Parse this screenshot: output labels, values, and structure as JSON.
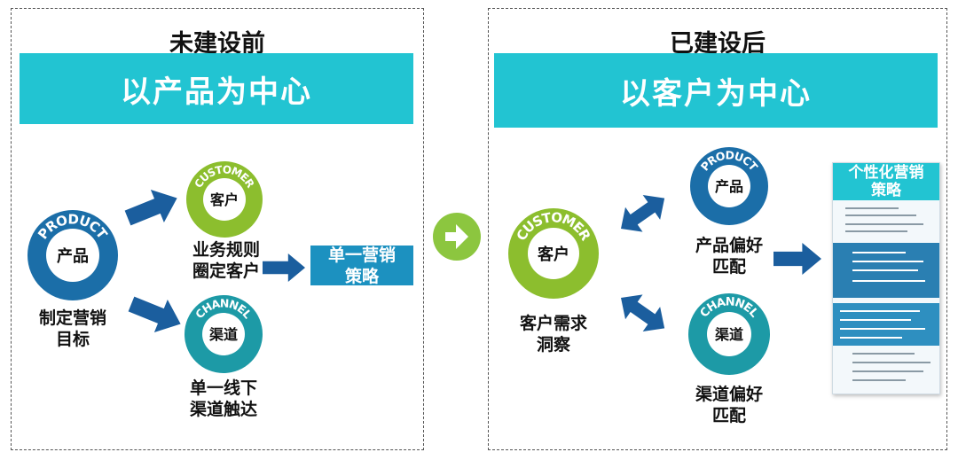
{
  "left": {
    "title": "未建设前",
    "banner": "以产品为中心",
    "product_circle": {
      "ring_text": "PRODUCT",
      "center": "产品"
    },
    "customer_circle": {
      "ring_text": "CUSTOMER",
      "center": "客户"
    },
    "channel_circle": {
      "ring_text": "CHANNEL",
      "center": "渠道"
    },
    "product_label": "制定营销\n目标",
    "customer_label": "业务规则\n圈定客户",
    "channel_label": "单一线下\n渠道触达",
    "result_box": "单一营销\n策略"
  },
  "right": {
    "title": "已建设后",
    "banner": "以客户为中心",
    "customer_circle": {
      "ring_text": "CUSTOMER",
      "center": "客户"
    },
    "product_circle": {
      "ring_text": "PRODUCT",
      "center": "产品"
    },
    "channel_circle": {
      "ring_text": "CHANNEL",
      "center": "渠道"
    },
    "customer_label": "客户需求\n洞察",
    "product_label": "产品偏好\n匹配",
    "channel_label": "渠道偏好\n匹配",
    "result_doc_title": "个性化营销\n策略"
  },
  "colors": {
    "banner": "#22c4d2",
    "product_ring": "#1b6ea8",
    "customer_ring": "#8cbe2e",
    "channel_ring": "#1d9aa6",
    "arrow": "#1b5e9e",
    "center_arrow": "#8cc63f"
  },
  "icons": {
    "center_arrow": "arrow-right-circle-icon"
  }
}
